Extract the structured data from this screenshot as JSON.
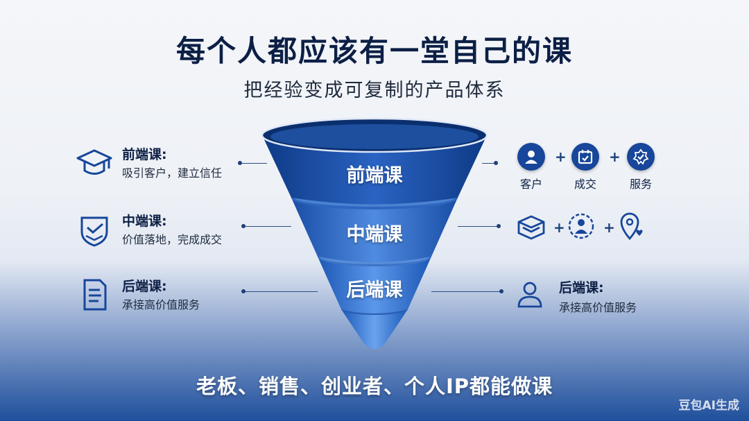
{
  "title": "每个人都应该有一堂自己的课",
  "subtitle": "把经验变成可复制的产品体系",
  "funnel": {
    "stages": [
      {
        "label": "前端课"
      },
      {
        "label": "中端课"
      },
      {
        "label": "后端课"
      }
    ]
  },
  "left": [
    {
      "heading": "前端课:",
      "desc": "吸引客户，建立信任",
      "icon": "graduation-cap-icon"
    },
    {
      "heading": "中端课:",
      "desc": "价值落地，完成成交",
      "icon": "shield-check-icon"
    },
    {
      "heading": "后端课:",
      "desc": "承接高价值服务",
      "icon": "document-icon"
    }
  ],
  "right": {
    "row1": [
      {
        "label": "客户",
        "icon": "user-icon"
      },
      {
        "label": "成交",
        "icon": "calendar-check-icon"
      },
      {
        "label": "服务",
        "icon": "service-badge-icon"
      }
    ],
    "row2_icons": [
      "layers-box-icon",
      "person-gear-icon",
      "location-heart-icon"
    ],
    "row3": {
      "heading": "后端课:",
      "desc": "承接高价值服务",
      "icon": "person-outline-icon"
    },
    "plus": "+"
  },
  "bottom_text": "老板、销售、创业者、个人IP都能做课",
  "watermark": "豆包AI生成",
  "colors": {
    "primary": "#17469a",
    "dark": "#0c1f45",
    "light": "#4f8be0"
  }
}
